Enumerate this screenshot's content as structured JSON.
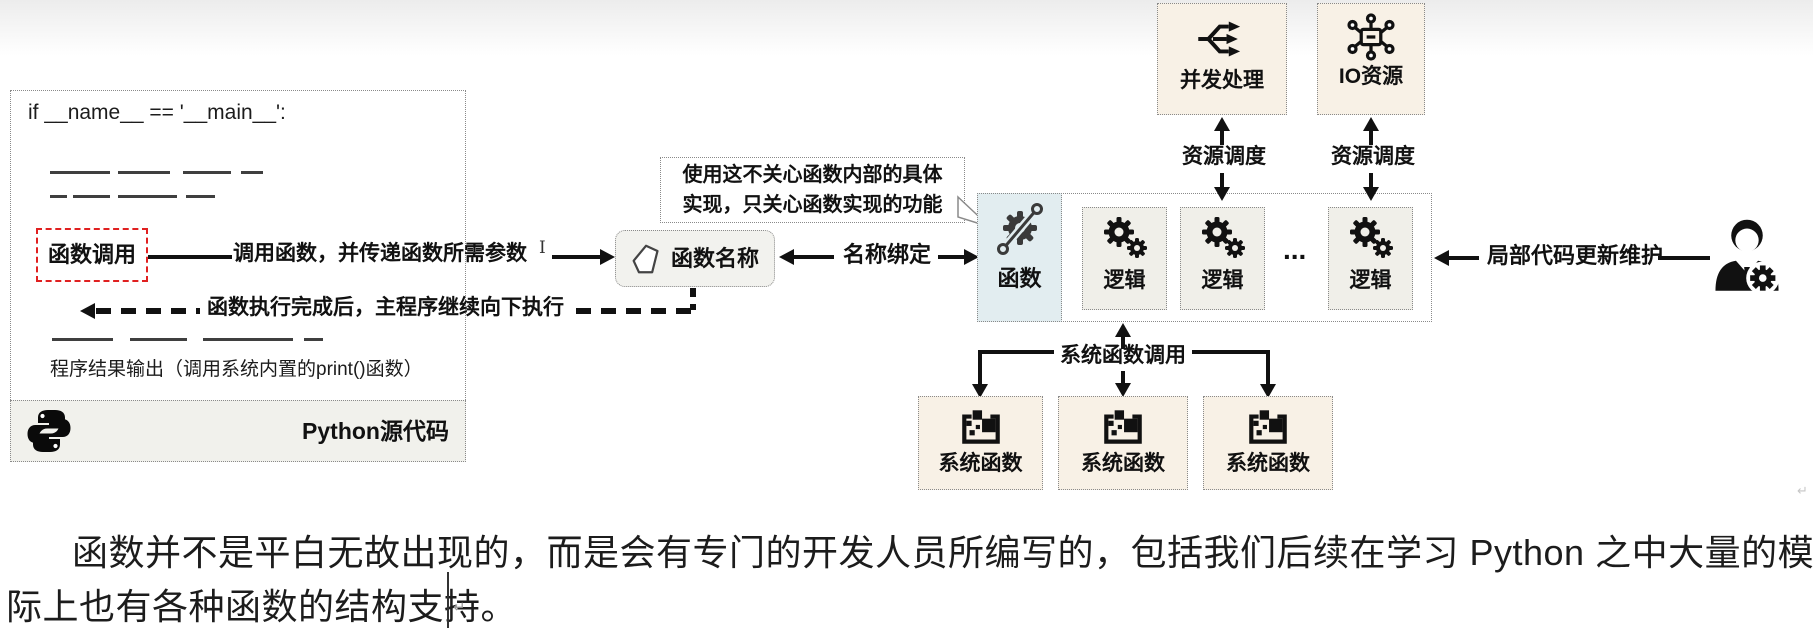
{
  "python_box": {
    "code_line": "if __name__ == '__main__':",
    "function_call_label": "函数调用",
    "call_arrow_label": "调用函数，并传递函数所需参数",
    "return_arrow_label": "函数执行完成后，主程序继续向下执行",
    "output_label": "程序结果输出（调用系统内置的print()函数）",
    "footer_label": "Python源代码"
  },
  "callout": {
    "line1": "使用这不关心函数内部的具体",
    "line2": "实现，只关心函数实现的功能"
  },
  "function_name_box": {
    "label": "函数名称"
  },
  "name_binding_label": "名称绑定",
  "function_box": {
    "label": "函数"
  },
  "logic_boxes": [
    {
      "label": "逻辑"
    },
    {
      "label": "逻辑"
    },
    {
      "label": "逻辑"
    }
  ],
  "ellipsis": "...",
  "top_boxes": {
    "concurrency": "并发处理",
    "io": "IO资源"
  },
  "resource_scheduling_labels": [
    "资源调度",
    "资源调度"
  ],
  "system_call_label": "系统函数调用",
  "system_function_boxes": [
    "系统函数",
    "系统函数",
    "系统函数"
  ],
  "maintenance_label": "局部代码更新维护",
  "paragraph": {
    "line1": "函数并不是平白无故出现的，而是会有专门的开发人员所编写的，包括我们后续在学习 Python 之中大量的模块的时候，实",
    "line2": "际上也有各种函数的结构支持。"
  },
  "marks": {
    "return_mark": "↵",
    "ibeam": "I"
  },
  "colors": {
    "ink": "#111111",
    "red_dashed": "#e02020",
    "function_box_bg": "#e2edf0",
    "logic_box_bg": "#f0efe9",
    "cream_box_bg": "#f8f1e6",
    "footer_strip_bg": "#f1f1ec",
    "dotted_border": "#8a8a8a"
  },
  "icons": {
    "python-logo": "python two-snake logo",
    "tag-icon": "label tag outline",
    "gear-link-icon": "gear crossed by connector line",
    "gears-icon": "two meshing gears",
    "fork-arrows-icon": "one line branching into three arrows",
    "hub-icon": "chip hub with six nodes",
    "package-icon": "open container with falling squares",
    "developer-icon": "person with gear",
    "ibeam-cursor": "mouse text I-beam",
    "text-cursor": "editor caret"
  }
}
